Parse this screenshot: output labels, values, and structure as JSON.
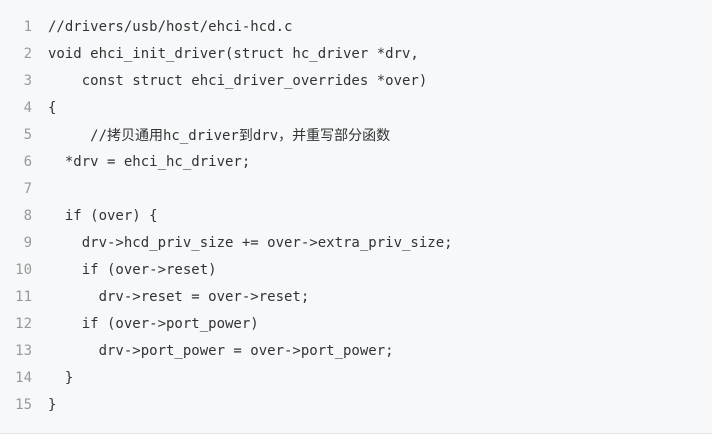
{
  "code_view": {
    "lines": [
      {
        "number": "1",
        "text": "//drivers/usb/host/ehci-hcd.c"
      },
      {
        "number": "2",
        "text": "void ehci_init_driver(struct hc_driver *drv,"
      },
      {
        "number": "3",
        "text": "    const struct ehci_driver_overrides *over)"
      },
      {
        "number": "4",
        "text": "{"
      },
      {
        "number": "5",
        "text": "     //拷贝通用hc_driver到drv，并重写部分函数"
      },
      {
        "number": "6",
        "text": "  *drv = ehci_hc_driver;"
      },
      {
        "number": "7",
        "text": ""
      },
      {
        "number": "8",
        "text": "  if (over) {"
      },
      {
        "number": "9",
        "text": "    drv->hcd_priv_size += over->extra_priv_size;"
      },
      {
        "number": "10",
        "text": "    if (over->reset)"
      },
      {
        "number": "11",
        "text": "      drv->reset = over->reset;"
      },
      {
        "number": "12",
        "text": "    if (over->port_power)"
      },
      {
        "number": "13",
        "text": "      drv->port_power = over->port_power;"
      },
      {
        "number": "14",
        "text": "  }"
      },
      {
        "number": "15",
        "text": "}"
      }
    ]
  }
}
